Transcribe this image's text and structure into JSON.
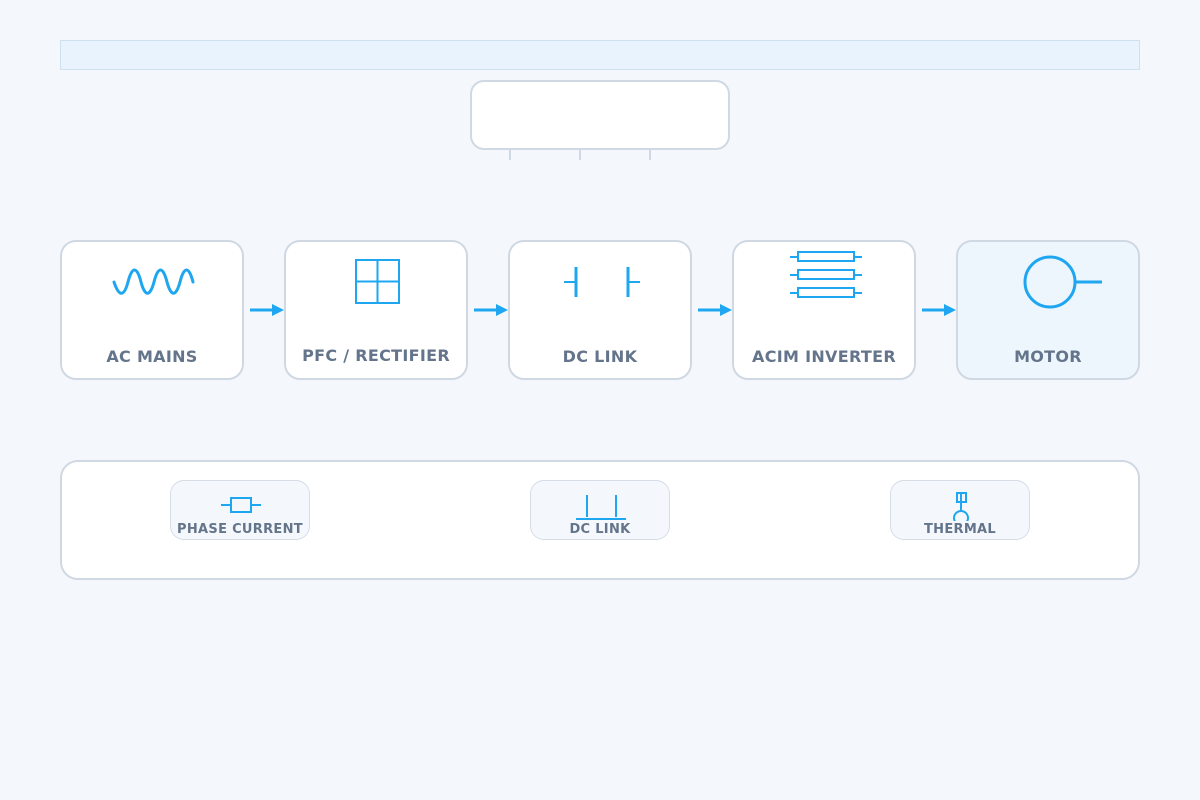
{
  "colors": {
    "accent": "#1ea7f0",
    "block_border": "#cfd8e3",
    "label": "#64748b",
    "background": "#f4f8fc",
    "banner": "#e8f3fd"
  },
  "chain": [
    {
      "id": "ac-mains",
      "label": "AC MAINS",
      "icon": "sine-wave-icon"
    },
    {
      "id": "pfc-rectifier",
      "label": "PFC / RECTIFIER",
      "icon": "rectifier-grid-icon"
    },
    {
      "id": "dc-link",
      "label": "DC LINK",
      "icon": "capacitor-icon"
    },
    {
      "id": "acim-inverter",
      "label": "ACIM INVERTER",
      "icon": "inverter-legs-icon"
    },
    {
      "id": "motor",
      "label": "MOTOR",
      "icon": "motor-icon"
    }
  ],
  "sensors": [
    {
      "id": "phase-current",
      "label": "PHASE CURRENT",
      "icon": "current-shunt-icon"
    },
    {
      "id": "dc-link",
      "label": "DC LINK",
      "icon": "voltage-sense-icon"
    },
    {
      "id": "thermal",
      "label": "THERMAL",
      "icon": "thermistor-icon"
    }
  ]
}
